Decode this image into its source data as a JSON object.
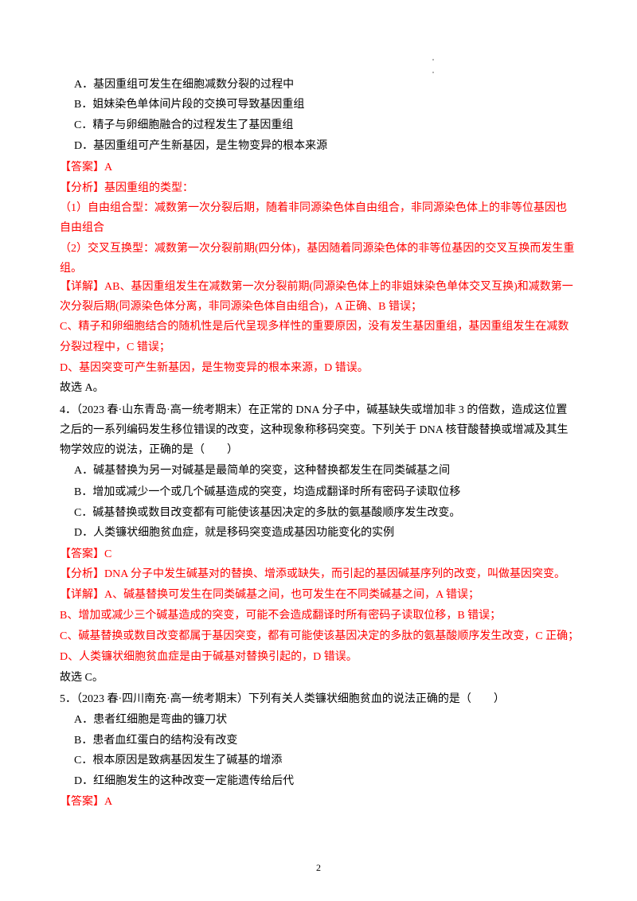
{
  "colors": {
    "text": "#000000",
    "answer_red": "#ff0000"
  },
  "q3": {
    "options": [
      "A．基因重组可发生在细胞减数分裂的过程中",
      "B．姐妹染色单体间片段的交换可导致基因重组",
      "C．精子与卵细胞融合的过程发生了基因重组",
      "D．基因重组可产生新基因，是生物变异的根本来源"
    ],
    "answer": "【答案】A",
    "analysis": [
      "【分析】基因重组的类型：",
      "（1）自由组合型：减数第一次分裂后期，随着非同源染色体自由组合，非同源染色体上的非等位基因也",
      "自由组合",
      "（2）交叉互换型：减数第一次分裂前期(四分体)，基因随着同源染色体的非等位基因的交叉互换而发生重",
      "组。"
    ],
    "explanation": [
      "【详解】AB、基因重组发生在减数第一次分裂前期(同源染色体上的非姐妹染色单体交叉互换)和减数第一",
      "次分裂后期(同源染色体分离，非同源染色体自由组合)，A 正确、B 错误；",
      "C、精子和卵细胞结合的随机性是后代呈现多样性的重要原因，没有发生基因重组，基因重组发生在减数",
      "分裂过程中，C 错误；",
      "D、基因突变可产生新基因，是生物变异的根本来源，D 错误。"
    ],
    "conclusion": "故选 A。"
  },
  "q4": {
    "stem": [
      "4．（2023 春·山东青岛·高一统考期末）在正常的 DNA 分子中，碱基缺失或增加非 3 的倍数，造成这位置",
      "之后的一系列编码发生移位错误的改变，这种现象称移码突变。下列关于 DNA 核苷酸替换或增减及其生",
      "物学效应的说法，正确的是（　　）"
    ],
    "options": [
      "A．碱基替换为另一对碱基是最简单的突变，这种替换都发生在同类碱基之间",
      "B．增加或减少一个或几个碱基造成的突变，均造成翻译时所有密码子读取位移",
      "C．碱基替换或数目改变都有可能使该基因决定的多肽的氨基酸顺序发生改变。",
      "D．人类镰状细胞贫血症，就是移码突变造成基因功能变化的实例"
    ],
    "answer": "【答案】C",
    "analysis": [
      "【分析】DNA 分子中发生碱基对的替换、增添或缺失，而引起的基因碱基序列的改变，叫做基因突变。"
    ],
    "explanation": [
      "【详解】A、碱基替换可发生在同类碱基之间，也可发生在不同类碱基之间，A 错误；",
      "B、增加或减少三个碱基造成的突变，可能不会造成翻译时所有密码子读取位移，B 错误；",
      "C、碱基替换或数目改变都属于基因突变，都有可能使该基因决定的多肽的氨基酸顺序发生改变，C 正确；",
      "D、人类镰状细胞贫血症是由于碱基对替换引起的，D 错误。"
    ],
    "conclusion": "故选 C。"
  },
  "q5": {
    "stem": [
      "5．（2023 春·四川南充·高一统考期末）下列有关人类镰状细胞贫血的说法正确的是（　　）"
    ],
    "options": [
      "A．患者红细胞是弯曲的镰刀状",
      "B．患者血红蛋白的结构没有改变",
      "C．根本原因是致病基因发生了碱基的增添",
      "D．红细胞发生的这种改变一定能遗传给后代"
    ],
    "answer": "【答案】A"
  },
  "page_number": "2"
}
